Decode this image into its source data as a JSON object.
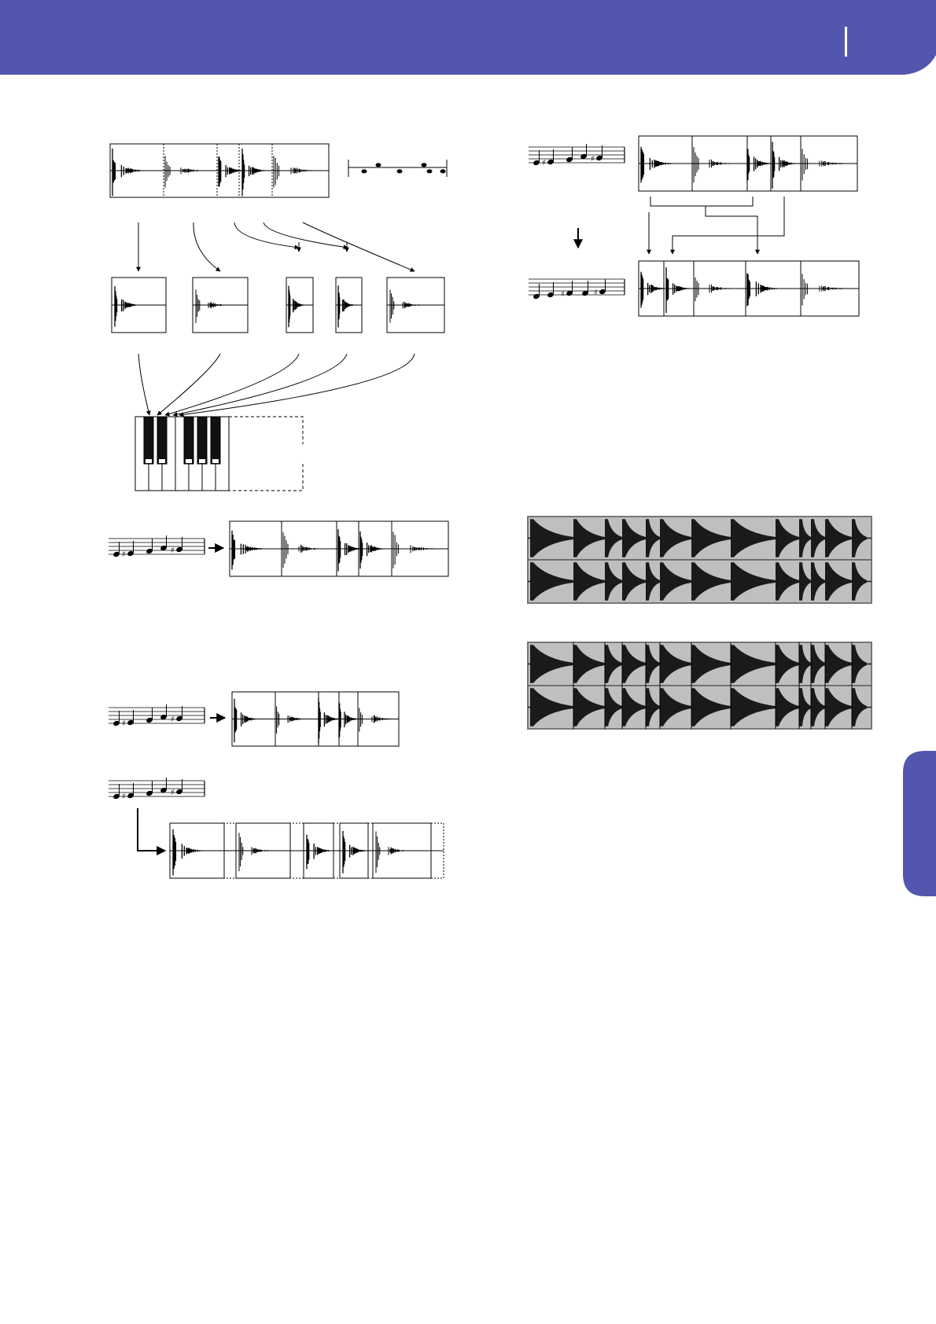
{
  "page": {
    "header_color": "#5256ad",
    "divider_color": "#ffffff"
  },
  "side_tab": {
    "color": "#5256ad"
  },
  "figures": [
    {
      "id": "slice-to-keyboard",
      "notation": "rhythm-staff",
      "slices": 5
    },
    {
      "id": "sequence-to-audio",
      "notation": "note-staff",
      "slices": 5
    },
    {
      "id": "tempo-change-compressed",
      "notation": "note-staff",
      "slices": 5
    },
    {
      "id": "tempo-change-expanded",
      "notation": "note-staff",
      "slices": 5
    },
    {
      "id": "reorder-notes",
      "notation": "note-staff",
      "slices": 5
    },
    {
      "id": "waveform-unsliced",
      "channels": 2
    },
    {
      "id": "waveform-sliced",
      "channels": 2
    }
  ]
}
